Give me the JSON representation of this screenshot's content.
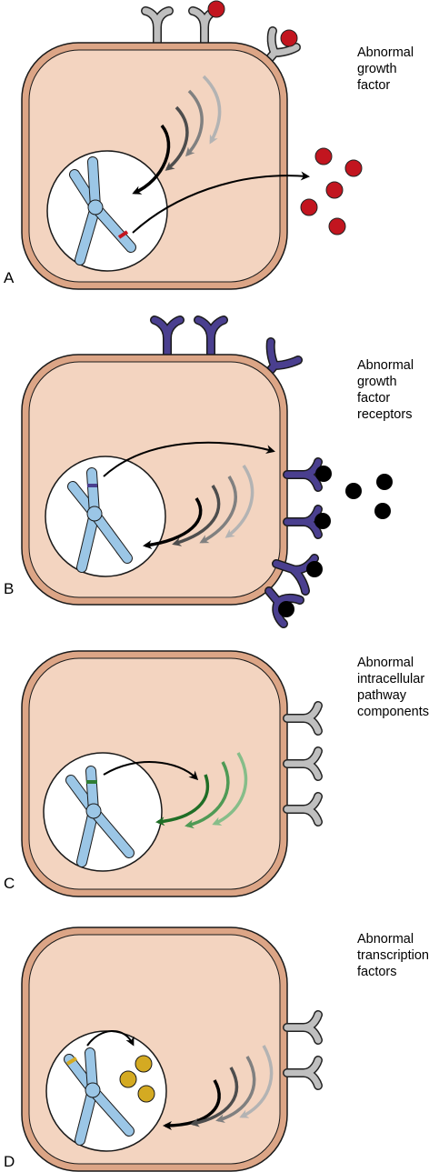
{
  "colors": {
    "cytoplasm": "#f3d4c0",
    "membrane": "#dca586",
    "membrane_edge": "#1a1a1a",
    "nucleus": "#ffffff",
    "chromosome": "#9bc6e6",
    "receptor_gray": "#bfbfbf",
    "receptor_purple": "#4a3f8f",
    "growth_factor_red": "#c2151f",
    "growth_factor_black": "#000000",
    "pathway_green": "#2f7d34",
    "transcription_factor": "#d4aa22",
    "band_red": "#c2151f",
    "band_purple": "#4a3f8f",
    "band_green": "#2f7d34",
    "band_yellow": "#d4aa22"
  },
  "panels": [
    {
      "letter": "A",
      "caption": [
        "Abnormal",
        "growth",
        "factor"
      ]
    },
    {
      "letter": "B",
      "caption": [
        "Abnormal",
        "growth",
        "factor",
        "receptors"
      ]
    },
    {
      "letter": "C",
      "caption": [
        "Abnormal",
        "intracellular",
        "pathway",
        "components"
      ]
    },
    {
      "letter": "D",
      "caption": [
        "Abnormal",
        "transcription",
        "factors"
      ]
    }
  ]
}
